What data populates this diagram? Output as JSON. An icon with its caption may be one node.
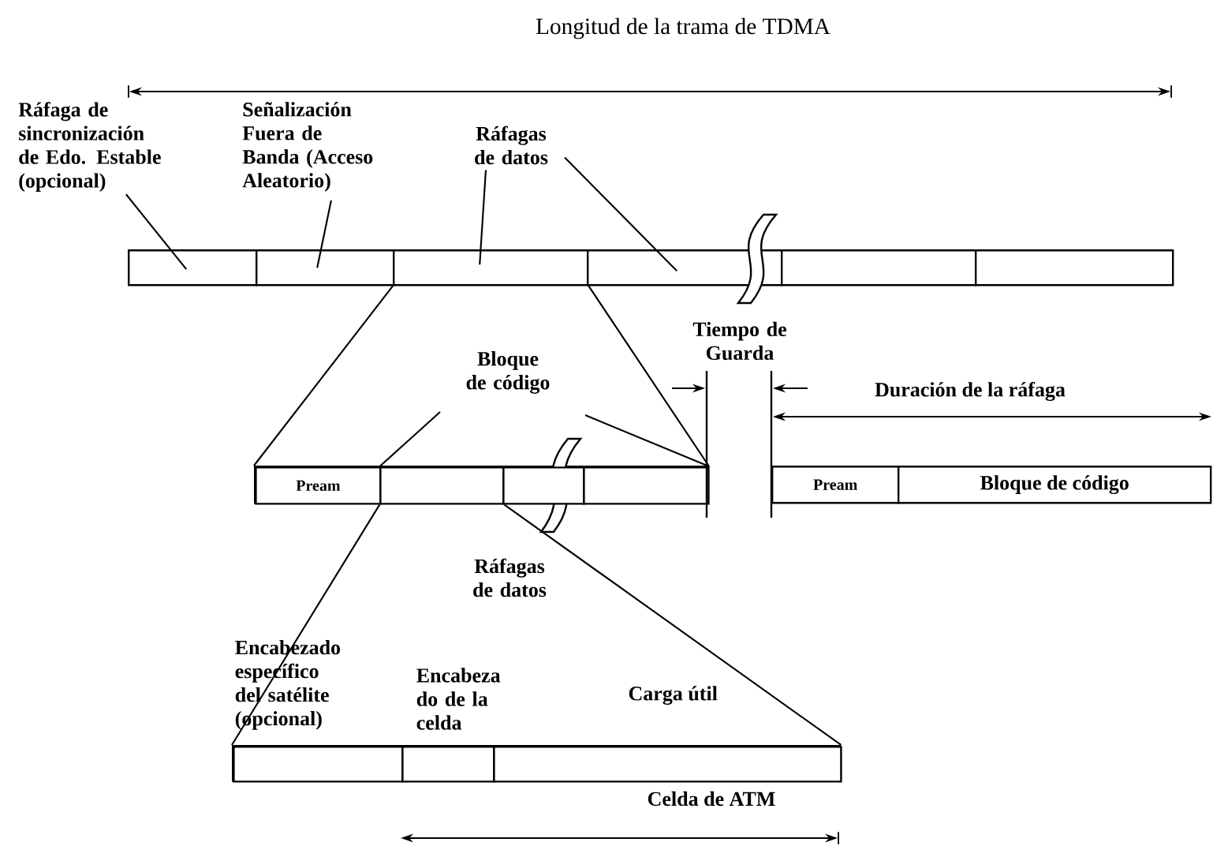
{
  "diagram": {
    "nodes": [
      {
        "text": [
          "Ráfaga de sincronización de Edo. Estable (opcional)"
        ]
      },
      {
        "text": [
          "Señalización Fuera de Banda (Acceso Aleatorio)"
        ]
      },
      {
        "text": [
          "Ráfagas de datos"
        ]
      },
      {
        "text": [],
        "shape": "box"
      },
      {
        "text": [],
        "shape": "box"
      },
      {
        "text": [],
        "shape": "box"
      },
      {
        "text": [],
        "shape": "box"
      },
      {
        "text": [],
        "shape": "box"
      },
      {
        "text": [],
        "shape": "box"
      },
      {
        "text": [],
        "shape": "box"
      },
      {
        "text": [
          "Pream"
        ],
        "in": 9
      },
      {
        "text": [],
        "shape": "box",
        "in": 9
      },
      {
        "text": [],
        "shape": "box",
        "in": 9
      },
      {
        "text": [],
        "shape": "box",
        "in": 9
      },
      {
        "text": [
          "Bloque de código"
        ]
      },
      {
        "text": [
          "Pream"
        ]
      },
      {
        "text": [
          "Bloque de código"
        ]
      },
      {
        "text": [],
        "shape": "box"
      },
      {
        "text": [
          "Encabezado específico del satélite (opcional)"
        ],
        "in": 17
      },
      {
        "text": [
          "Encabeza do de la celda"
        ],
        "in": 17
      },
      {
        "text": [
          "Carga útil"
        ],
        "in": 17
      }
    ],
    "edges": [
      {
        "from": 0,
        "to": 3,
        "arrow": "none"
      },
      {
        "from": 1,
        "to": 4,
        "arrow": "none"
      },
      {
        "from": 2,
        "to": 5,
        "arrow": "none"
      },
      {
        "from": 2,
        "to": 6,
        "arrow": "none"
      },
      {
        "from": 5,
        "to": 9,
        "arrow": "none"
      },
      {
        "from": 5,
        "to": 9,
        "arrow": "none"
      },
      {
        "from": 14,
        "to": 11,
        "arrow": "none"
      },
      {
        "from": 14,
        "to": 13,
        "arrow": "none"
      },
      {
        "from": 11,
        "to": 17,
        "arrow": "none"
      },
      {
        "from": 11,
        "to": 17,
        "arrow": "none"
      }
    ],
    "labels": [
      "Longitud de la trama de TDMA",
      "Tiempo de Guarda",
      "Duración de la ráfaga",
      "Ráfagas de datos",
      "Celda de ATM"
    ]
  }
}
